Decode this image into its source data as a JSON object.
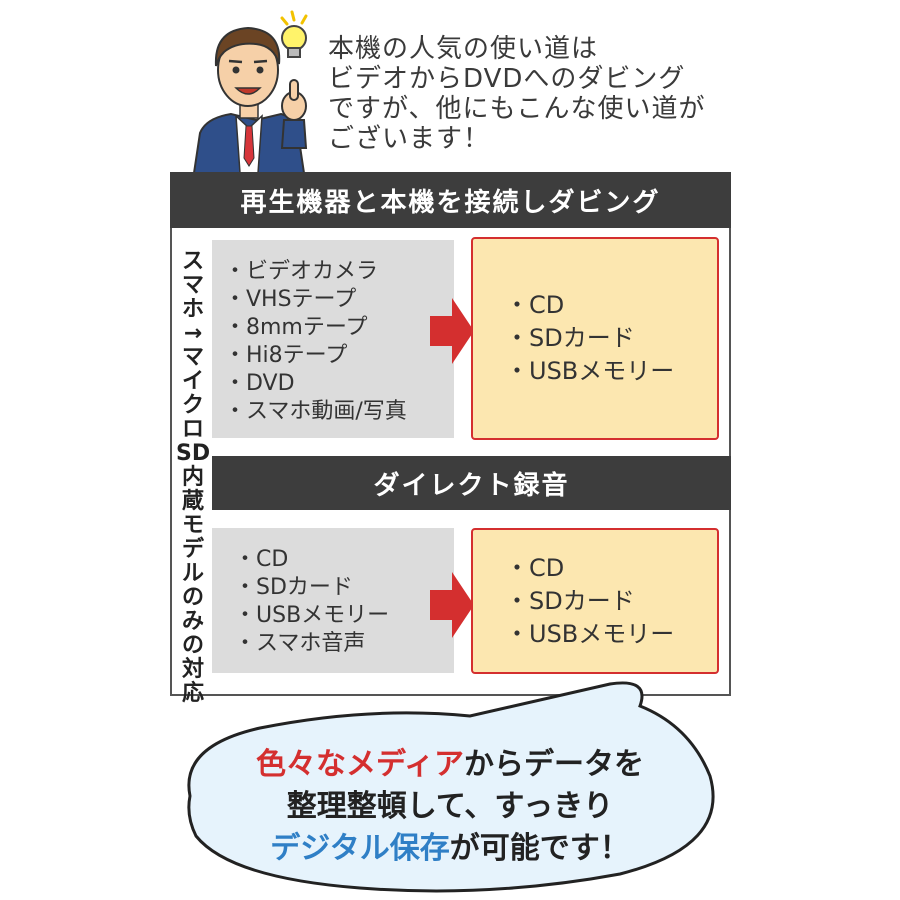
{
  "intro": {
    "lines": [
      "本機の人気の使い道は",
      "ビデオからDVDへのダビング",
      "ですが、他にもこんな使い道が",
      "ございます！"
    ]
  },
  "section1": {
    "title": "再生機器と本機を接続しダビング",
    "sources": [
      "・ビデオカメラ",
      "・VHSテープ",
      "・8mmテープ",
      "・Hi8テープ",
      "・DVD",
      "・スマホ動画/写真"
    ],
    "targets": [
      "・CD",
      "・SDカード",
      "・USBメモリー"
    ]
  },
  "section2": {
    "title": "ダイレクト録音",
    "sources": [
      "・CD",
      "・SDカード",
      "・USBメモリー",
      "・スマホ音声"
    ],
    "targets": [
      "・CD",
      "・SDカード",
      "・USBメモリー"
    ]
  },
  "side_note": "スマホ→マイクロSD内蔵モデルのみの対応",
  "bubble": {
    "line1_red": "色々なメディア",
    "line1_rest": "からデータを",
    "line2": "整理整頓して、すっきり",
    "line3_blue": "デジタル保存",
    "line3_rest": "が可能です！"
  },
  "colors": {
    "accent_red": "#d42f2f",
    "accent_blue": "#2f7fc6",
    "target_fill": "#fce7b0",
    "source_fill": "#dcdcdc",
    "bar": "#3d3d3d"
  }
}
